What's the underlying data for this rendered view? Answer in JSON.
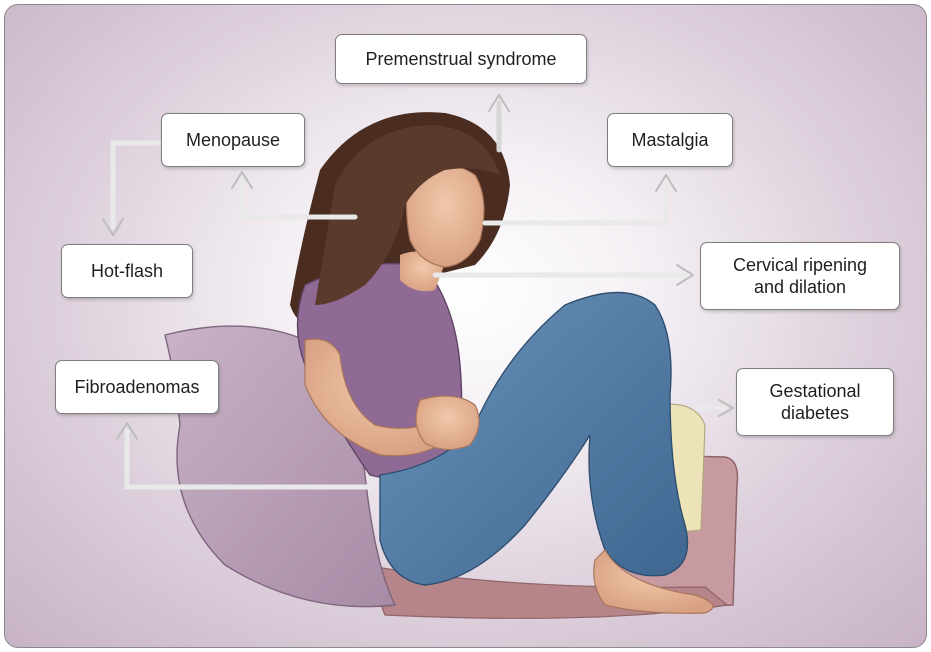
{
  "labels": {
    "premenstrual": "Premenstrual syndrome",
    "menopause": "Menopause",
    "mastalgia": "Mastalgia",
    "hot_flash": "Hot-flash",
    "cervical": "Cervical ripening\nand dilation",
    "fibroadenomas": "Fibroadenomas",
    "gestational": "Gestational\ndiabetes"
  },
  "colors": {
    "background_outer": "#c7b3c5",
    "shirt": "#8e6a95",
    "jeans": "#4f7aa3",
    "hair": "#4a2d20",
    "skin": "#e8b898",
    "pillow": "#b79bb6",
    "couch": "#c69aa0",
    "arrow": "#e9e9e9"
  }
}
